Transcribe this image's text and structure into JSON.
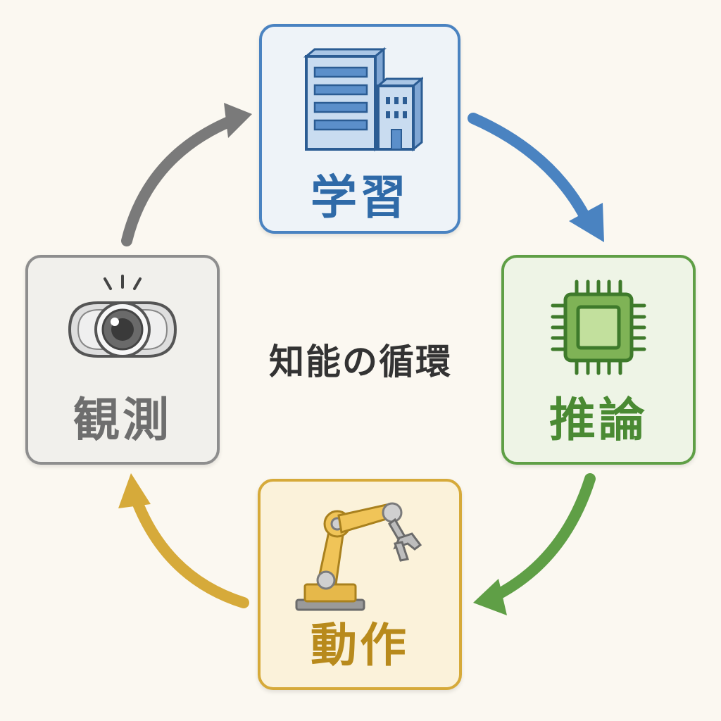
{
  "title": "知能の循環",
  "nodes": {
    "learning": {
      "label": "学習",
      "icon": "building-server-icon",
      "color": "#4a83c1"
    },
    "inference": {
      "label": "推論",
      "icon": "chip-icon",
      "color": "#5f9f46"
    },
    "action": {
      "label": "動作",
      "icon": "robot-arm-icon",
      "color": "#d6aa3a"
    },
    "observation": {
      "label": "観測",
      "icon": "eye-camera-icon",
      "color": "#8e8e8e"
    }
  },
  "arrows": [
    {
      "from": "learning",
      "to": "inference",
      "color": "#4a83c1"
    },
    {
      "from": "inference",
      "to": "action",
      "color": "#5f9f46"
    },
    {
      "from": "action",
      "to": "observation",
      "color": "#d6aa3a"
    },
    {
      "from": "observation",
      "to": "learning",
      "color": "#7a7a7a"
    }
  ]
}
